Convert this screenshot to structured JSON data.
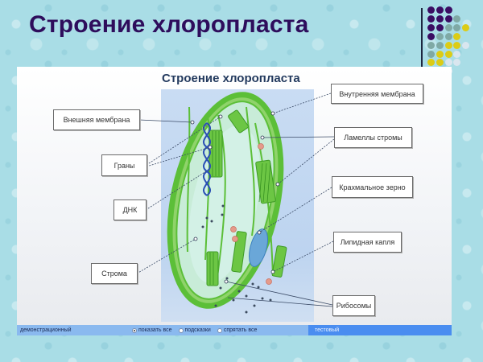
{
  "slide": {
    "title": "Строение хлоропласта"
  },
  "decoration": {
    "line_color": "#1d2740",
    "dot_colors": {
      "purple": "#3b0d63",
      "teal": "#7fa9a5",
      "yellow": "#dccc16",
      "light": "#d9e6ef"
    }
  },
  "diagram": {
    "title": "Строение хлоропласта",
    "labels": {
      "outer_membrane": "Внешняя мембрана",
      "grana": "Граны",
      "dna": "ДНК",
      "stroma": "Строма",
      "inner_membrane": "Внутренняя мембрана",
      "stroma_lamellae": "Ламеллы стромы",
      "starch_grain": "Крахмальное зерно",
      "lipid_droplet": "Липидная капля",
      "ribosomes": "Рибосомы"
    },
    "colors": {
      "membrane_green": "#4cae2a",
      "stroma_fill": "#c8ecd8",
      "dna_blue": "#2a4fb5",
      "image_bg": "#c4d8f2"
    }
  },
  "controls": {
    "mode_left": "демонстрационный",
    "options": [
      {
        "label": "показать все",
        "checked": true
      },
      {
        "label": "подсказки",
        "checked": false
      },
      {
        "label": "спрятать все",
        "checked": false
      }
    ],
    "mode_right": "тестовый"
  }
}
